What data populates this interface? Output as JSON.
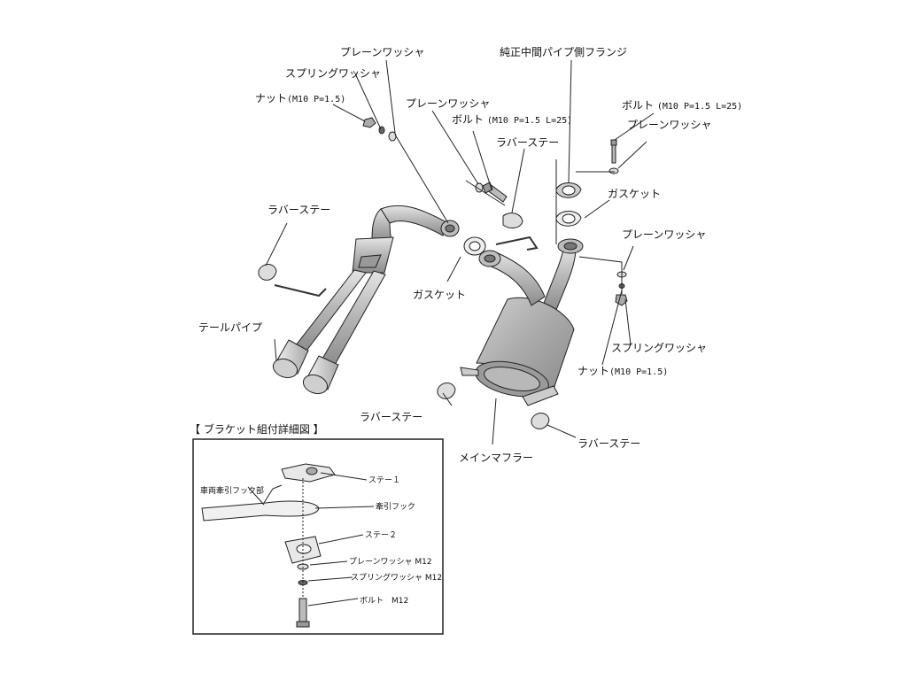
{
  "labels": {
    "plain_washer_top": "プレーンワッシャ",
    "spring_washer_left": "スプリングワッシャ",
    "nut_left": "ナット",
    "nut_left_spec": "(M10 P=1.5)",
    "plain_washer_mid": "プレーンワッシャ",
    "bolt_mid": "ボルト",
    "bolt_mid_spec": "(M10 P=1.5 L=25)",
    "oem_flange": "純正中間パイプ側フランジ",
    "bolt_right": "ボルト",
    "bolt_right_spec": "(M10 P=1.5 L=25)",
    "plain_washer_right": "プレーンワッシャ",
    "rubber_stay_top": "ラバーステー",
    "gasket_right": "ガスケット",
    "rubber_stay_left": "ラバーステー",
    "plain_washer_right2": "プレーンワッシャ",
    "gasket_mid": "ガスケット",
    "tail_pipe": "テールパイプ",
    "spring_washer_right": "スプリングワッシャ",
    "nut_right": "ナット",
    "nut_right_spec": "(M10 P=1.5)",
    "rubber_stay_bottom_left": "ラバーステー",
    "rubber_stay_bottom_right": "ラバーステー",
    "main_muffler": "メインマフラー"
  },
  "inset": {
    "title": "【 ブラケット組付詳細図 】",
    "labels": {
      "vehicle_hook": "車両牽引フック部",
      "stay1": "ステー１",
      "tow_hook": "牽引フック",
      "stay2": "ステー２",
      "plain_washer": "プレーンワッシャ M12",
      "spring_washer": "スプリングワッシャ M12",
      "bolt": "ボルト　M12"
    }
  }
}
